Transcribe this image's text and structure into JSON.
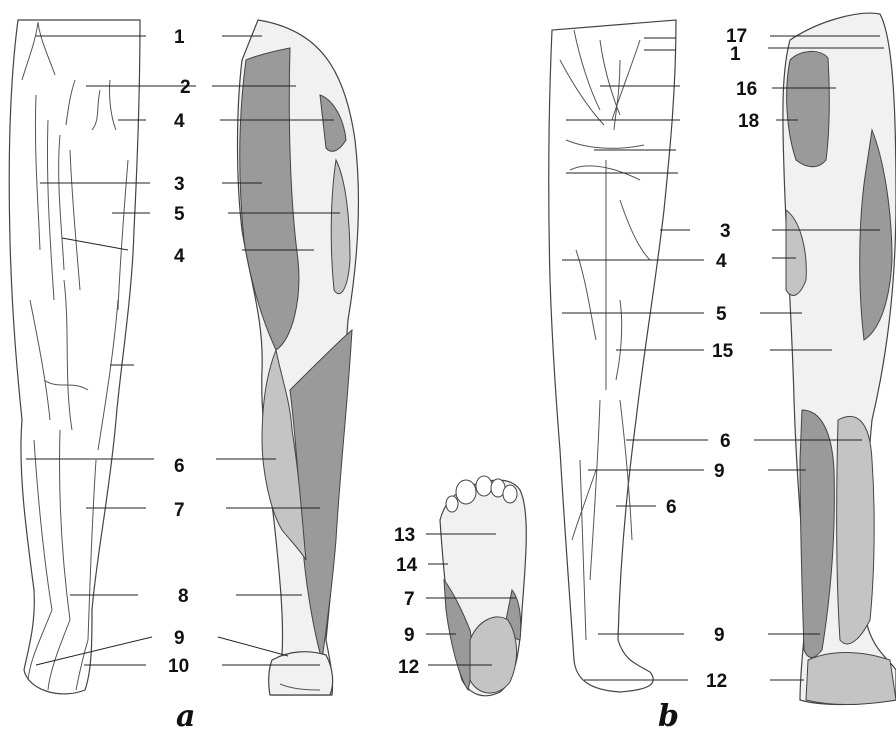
{
  "panels": [
    {
      "id": "a",
      "caption": "a"
    },
    {
      "id": "b",
      "caption": "b"
    }
  ],
  "labels": {
    "a_left": [
      "1",
      "2",
      "4",
      "3",
      "5",
      "4",
      "6",
      "7",
      "8",
      "9",
      "10"
    ],
    "foot": [
      "13",
      "14",
      "7",
      "9",
      "12"
    ],
    "b_right": [
      "17",
      "1",
      "16",
      "18",
      "3",
      "4",
      "5",
      "15",
      "6",
      "9",
      "6",
      "9",
      "12"
    ]
  },
  "colors": {
    "dark_zone": "#9a9a9a",
    "medium_zone": "#c4c4c4",
    "light_zone": "#f1f1f1",
    "outline": "#444444"
  }
}
